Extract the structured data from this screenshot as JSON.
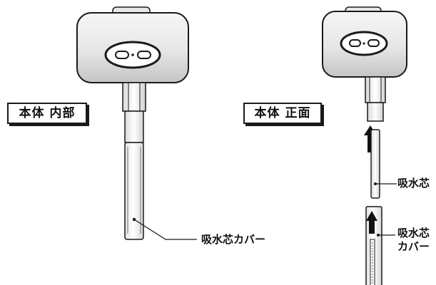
{
  "labels": {
    "inner_body": "本体 内部",
    "front_body": "本体 正面",
    "wick": "吸水芯",
    "wick_cover": "吸水芯カバー",
    "wick_cover_line1": "吸水芯",
    "wick_cover_line2": "カバー"
  },
  "colors": {
    "housing_top": "#f4f4f4",
    "housing_bottom": "#c9c9c9",
    "outline": "#1a1a1a",
    "arrow": "#111111"
  }
}
